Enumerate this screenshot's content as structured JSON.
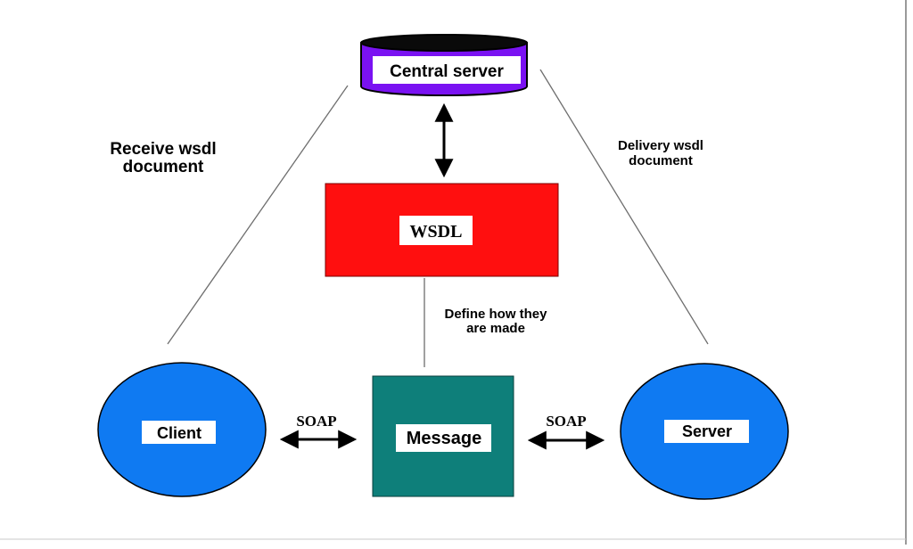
{
  "nodes": {
    "central_server": {
      "label": "Central server",
      "color": "#7a12f2"
    },
    "wsdl": {
      "label": "WSDL",
      "color": "#ff0f0f"
    },
    "message": {
      "label": "Message",
      "color": "#0e7f7a"
    },
    "client": {
      "label": "Client",
      "color": "#0f7af2"
    },
    "server": {
      "label": "Server",
      "color": "#0f7af2"
    }
  },
  "annotations": {
    "receive_line1": "Receive wsdl",
    "receive_line2": "document",
    "delivery_line1": "Delivery wsdl",
    "delivery_line2": "document",
    "define_line1": "Define how they",
    "define_line2": "are made",
    "soap_left": "SOAP",
    "soap_right": "SOAP"
  },
  "colors": {
    "connector": "#000000",
    "divider": "#9a9a9a",
    "label_background": "#ffffff"
  }
}
